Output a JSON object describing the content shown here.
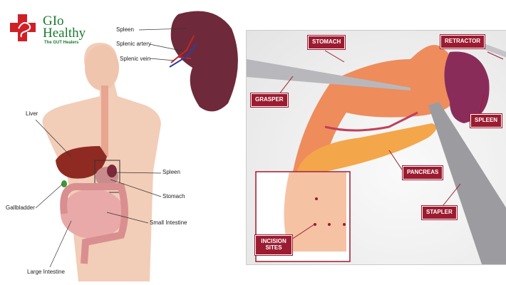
{
  "logo": {
    "line1": "GIo",
    "line2": "Healthy",
    "tagline": "The GUT Healers"
  },
  "left_figure": {
    "labels": {
      "spleen_detail": "Spleen",
      "splenic_artery": "Splenic artery",
      "splenic_vein": "Splenic vein",
      "liver": "Liver",
      "gallbladder": "Gallbladder",
      "spleen": "Spleen",
      "stomach": "Stomach",
      "small_intestine": "Small Intestine",
      "large_intestine": "Large Intestine"
    }
  },
  "right_figure": {
    "labels": {
      "stomach": "STOMACH",
      "retractor": "RETRACTOR",
      "grasper": "GRASPER",
      "spleen": "SPLEEN",
      "pancreas": "PANCREAS",
      "stapler": "STAPLER",
      "incision_sites": "INCISION SITES"
    }
  },
  "colors": {
    "tag": "#9b1b30",
    "logo_green": "#1a7a2e",
    "logo_red": "#d01f26"
  }
}
